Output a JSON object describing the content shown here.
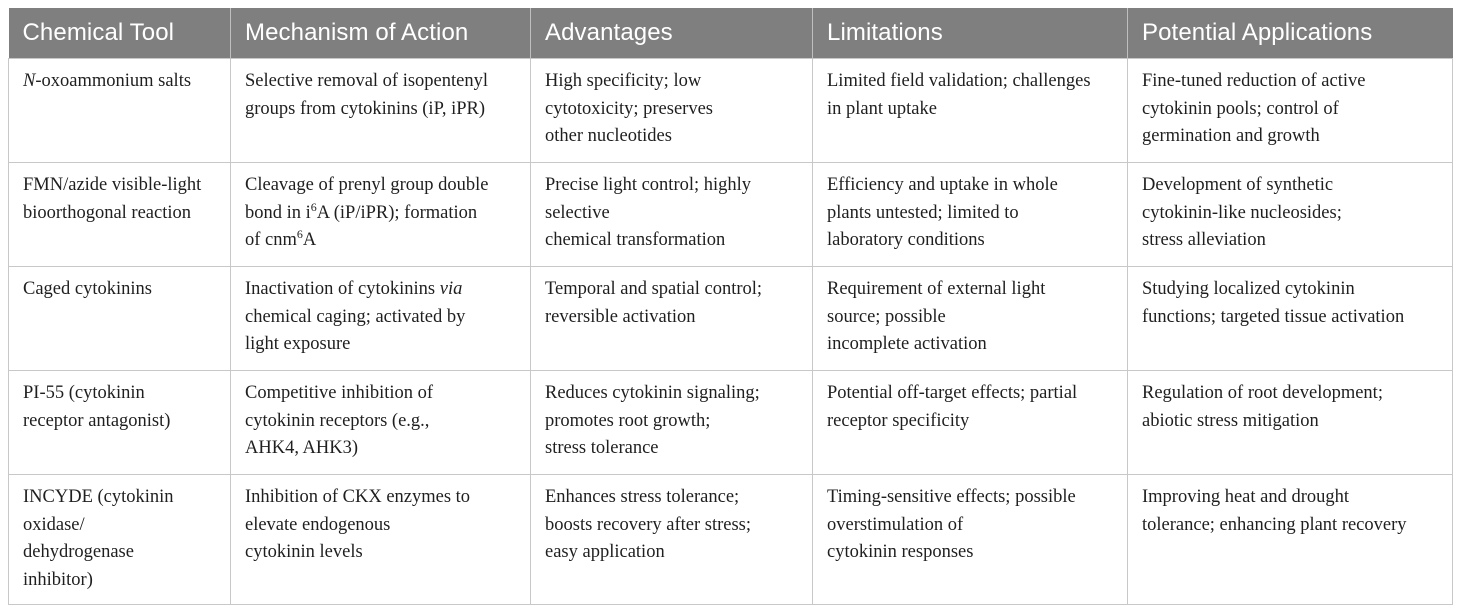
{
  "headers": [
    "Chemical Tool",
    "Mechanism of Action",
    "Advantages",
    "Limitations",
    "Potential Applications"
  ],
  "rows": [
    {
      "tool_italic": "N",
      "tool": "-oxoammonium salts",
      "mechanism": "Selective removal of isopentenyl\ngroups from cytokinins (iP, iPR)",
      "advantages": "High specificity; low\ncytotoxicity; preserves\nother nucleotides",
      "limitations": "Limited field validation; challenges\nin plant uptake",
      "applications": "Fine-tuned reduction of active\ncytokinin pools; control of\ngermination and growth"
    },
    {
      "tool": "FMN/azide visible-light\nbioorthogonal reaction",
      "mechanism_parts": {
        "a": "Cleavage of prenyl group double\nbond in i",
        "sup1": "6",
        "b": "A (iP/iPR); formation\nof cnm",
        "sup2": "6",
        "c": "A"
      },
      "advantages": "Precise light control; highly\nselective\nchemical transformation",
      "limitations": "Efficiency and uptake in whole\nplants untested; limited to\nlaboratory conditions",
      "applications": "Development of synthetic\ncytokinin-like nucleosides;\nstress alleviation"
    },
    {
      "tool": "Caged cytokinins",
      "mechanism_parts": {
        "a": "Inactivation of cytokinins ",
        "italic": "via",
        "b": "\nchemical caging; activated by\nlight exposure"
      },
      "advantages": "Temporal and spatial control;\nreversible activation",
      "limitations": "Requirement of external light\nsource; possible\nincomplete activation",
      "applications": "Studying localized cytokinin\nfunctions; targeted tissue activation"
    },
    {
      "tool": "PI-55 (cytokinin\nreceptor antagonist)",
      "mechanism": "Competitive inhibition of\ncytokinin receptors (e.g.,\nAHK4, AHK3)",
      "advantages": "Reduces cytokinin signaling;\npromotes root growth;\nstress tolerance",
      "limitations": "Potential off-target effects; partial\nreceptor specificity",
      "applications": "Regulation of root development;\nabiotic stress mitigation"
    },
    {
      "tool": "INCYDE (cytokinin\noxidase/\ndehydrogenase\ninhibitor)",
      "mechanism": "Inhibition of CKX enzymes to\nelevate endogenous\ncytokinin levels",
      "advantages": "Enhances stress tolerance;\nboosts recovery after stress;\neasy application",
      "limitations": "Timing-sensitive effects; possible\noverstimulation of\ncytokinin responses",
      "applications": "Improving heat and drought\ntolerance; enhancing plant recovery"
    }
  ]
}
